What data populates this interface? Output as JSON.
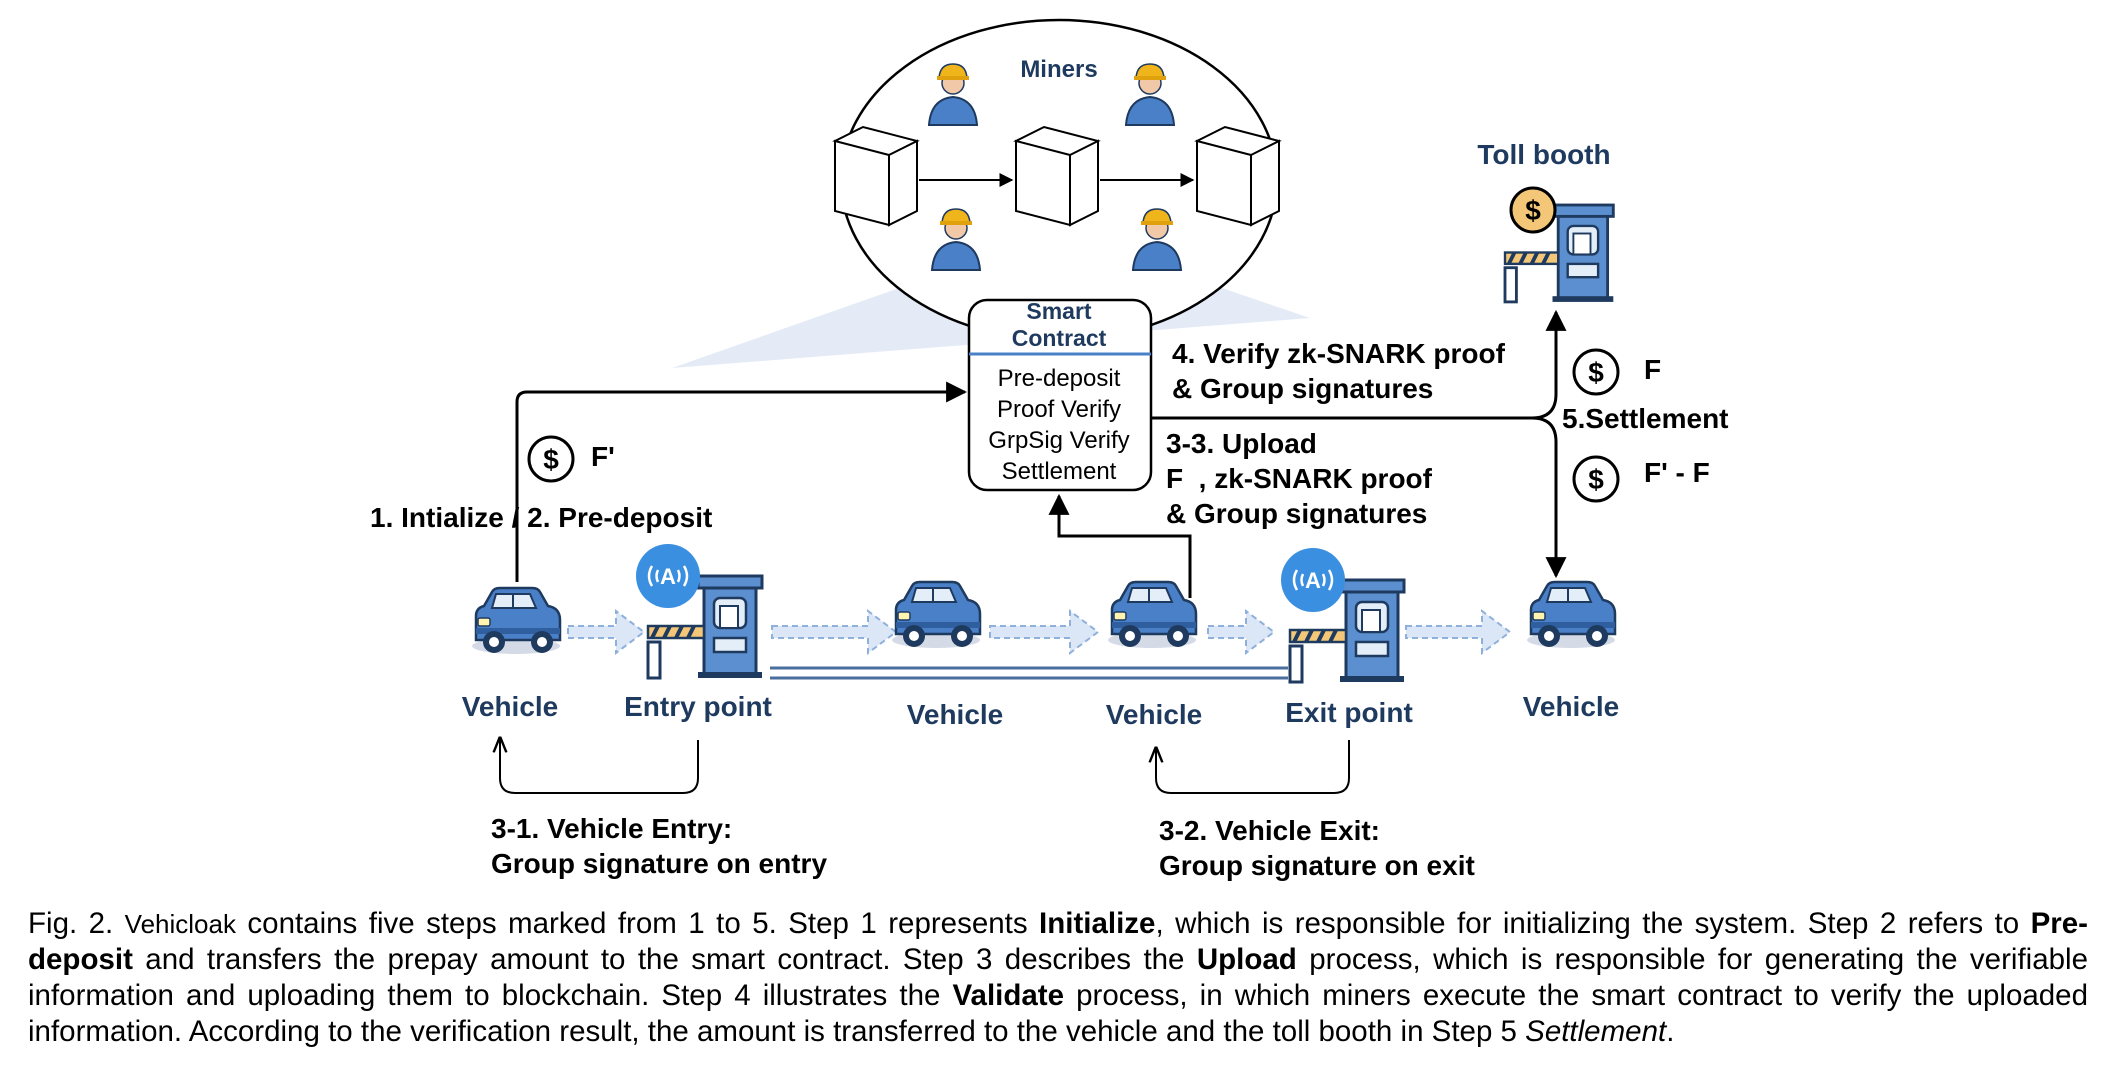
{
  "diagram": {
    "miners_label": "Miners",
    "toll_booth_label": "Toll booth",
    "smart_contract": {
      "title_line1": "Smart",
      "title_line2": "Contract",
      "functions": [
        "Pre-deposit",
        "Proof Verify",
        "GrpSig Verify",
        "Settlement"
      ]
    },
    "step_verify": {
      "line1": "4. Verify zk-SNARK proof",
      "line2": "& Group signatures"
    },
    "step_upload": {
      "line1": "3-3. Upload",
      "line2": "F  , zk-SNARK proof",
      "line3": "& Group signatures"
    },
    "step_init": "1. Intialize / 2. Pre-deposit",
    "amount_predeposit": "F'",
    "amount_toll": "F",
    "amount_refund": "F' - F",
    "step_settlement": "5.Settlement",
    "currency_symbol": "$",
    "antenna_symbol": "A",
    "entry_point_label": "Entry point",
    "exit_point_label": "Exit point",
    "vehicle_labels": [
      "Vehicle",
      "Vehicle",
      "Vehicle",
      "Vehicle"
    ],
    "step_entry": {
      "line1": "3-1. Vehicle Entry:",
      "line2": "Group signature on entry"
    },
    "step_exit": {
      "line1": "3-2. Vehicle Exit:",
      "line2": "Group signature on exit"
    }
  },
  "caption": {
    "prefix": "Fig. 2. ",
    "app_name": "Vehicloak",
    "seg1": " contains five steps marked from 1 to 5. Step 1 represents ",
    "b1": "Initialize",
    "seg2": ", which is responsible for initializing the system. Step 2 refers to ",
    "b2": "Pre-deposit",
    "seg3": " and transfers the prepay amount to the smart contract. Step 3 describes the ",
    "b3": "Upload",
    "seg4": " process, which is responsible for generating the verifiable information and uploading them to blockchain. Step 4 illustrates the ",
    "b4": "Validate",
    "seg5": " process, in which miners execute the smart contract to verify the uploaded information. According to the verification result, the amount is transferred to the vehicle and the toll booth in Step 5 ",
    "i1": "Settlement",
    "end": "."
  },
  "colors": {
    "navy": "#1f3a5f",
    "car_blue": "#4a80c8",
    "booth_blue": "#5b8fd0",
    "coin_gold": "#f3c777",
    "signal_blue": "#3b8fe0",
    "cone_fill": "#dfe8f6"
  }
}
